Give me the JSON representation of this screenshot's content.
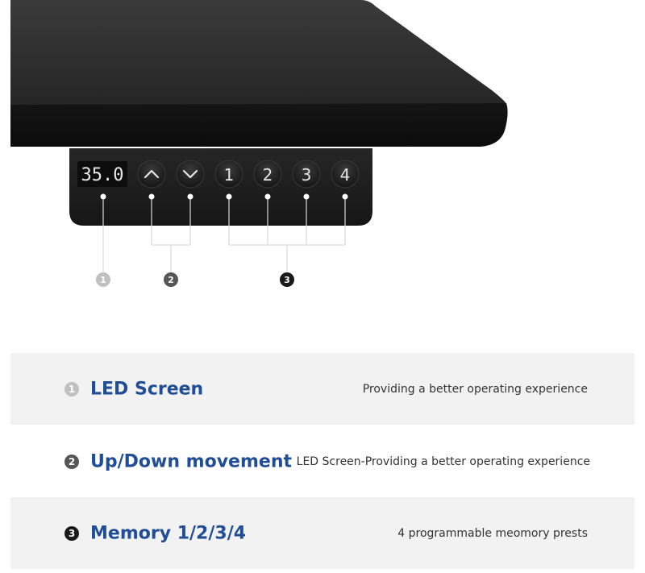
{
  "illustration": {
    "display_value": "35.0",
    "buttons": {
      "up_icon": "chevron-up-icon",
      "down_icon": "chevron-down-icon",
      "memory_labels": [
        "1",
        "2",
        "3",
        "4"
      ]
    },
    "callouts": [
      "1",
      "2",
      "3"
    ]
  },
  "features": [
    {
      "badge": "1",
      "title": "LED Screen",
      "description": "Providing a better operating experience",
      "badge_color": "#c0c0c0"
    },
    {
      "badge": "2",
      "title": "Up/Down movement",
      "description": "LED Screen-Providing a better operating experience",
      "badge_color": "#555555"
    },
    {
      "badge": "3",
      "title": "Memory 1/2/3/4",
      "description": "4 programmable meomory prests",
      "badge_color": "#1a1a1a"
    }
  ],
  "colors": {
    "title_blue": "#1f4e96",
    "row_shade": "#f2f2f2",
    "desk_top": "#2b2b2b",
    "panel": "#1c1c1c",
    "led_digits": "#e8e8e8"
  }
}
